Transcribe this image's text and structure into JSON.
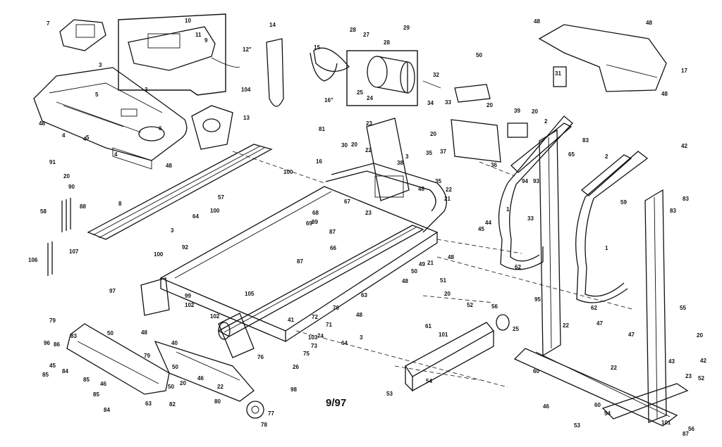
{
  "date_code": "9/97",
  "callouts": [
    "1",
    "2",
    "3",
    "4",
    "5",
    "6",
    "7",
    "8",
    "9",
    "10",
    "11",
    "12\"",
    "13",
    "14",
    "15",
    "16",
    "16\"",
    "17",
    "20",
    "21",
    "22",
    "23",
    "24",
    "25",
    "26",
    "27",
    "28",
    "29",
    "30",
    "31",
    "32",
    "33",
    "34",
    "35",
    "36",
    "37",
    "38",
    "39",
    "40",
    "41",
    "42",
    "43",
    "44",
    "45",
    "46",
    "47",
    "48",
    "49",
    "50",
    "51",
    "52",
    "53",
    "54",
    "55",
    "56",
    "57",
    "58",
    "59",
    "60",
    "61",
    "62",
    "63",
    "64",
    "65",
    "66",
    "67",
    "68",
    "69",
    "70",
    "71",
    "72",
    "73",
    "74",
    "75",
    "76",
    "77",
    "78",
    "79",
    "80",
    "81",
    "82",
    "83",
    "84",
    "85",
    "86",
    "87",
    "88",
    "89",
    "90",
    "91",
    "92",
    "93",
    "94",
    "95",
    "96",
    "97",
    "98",
    "99",
    "100",
    "101",
    "102",
    "103",
    "104",
    "105",
    "106",
    "107"
  ]
}
